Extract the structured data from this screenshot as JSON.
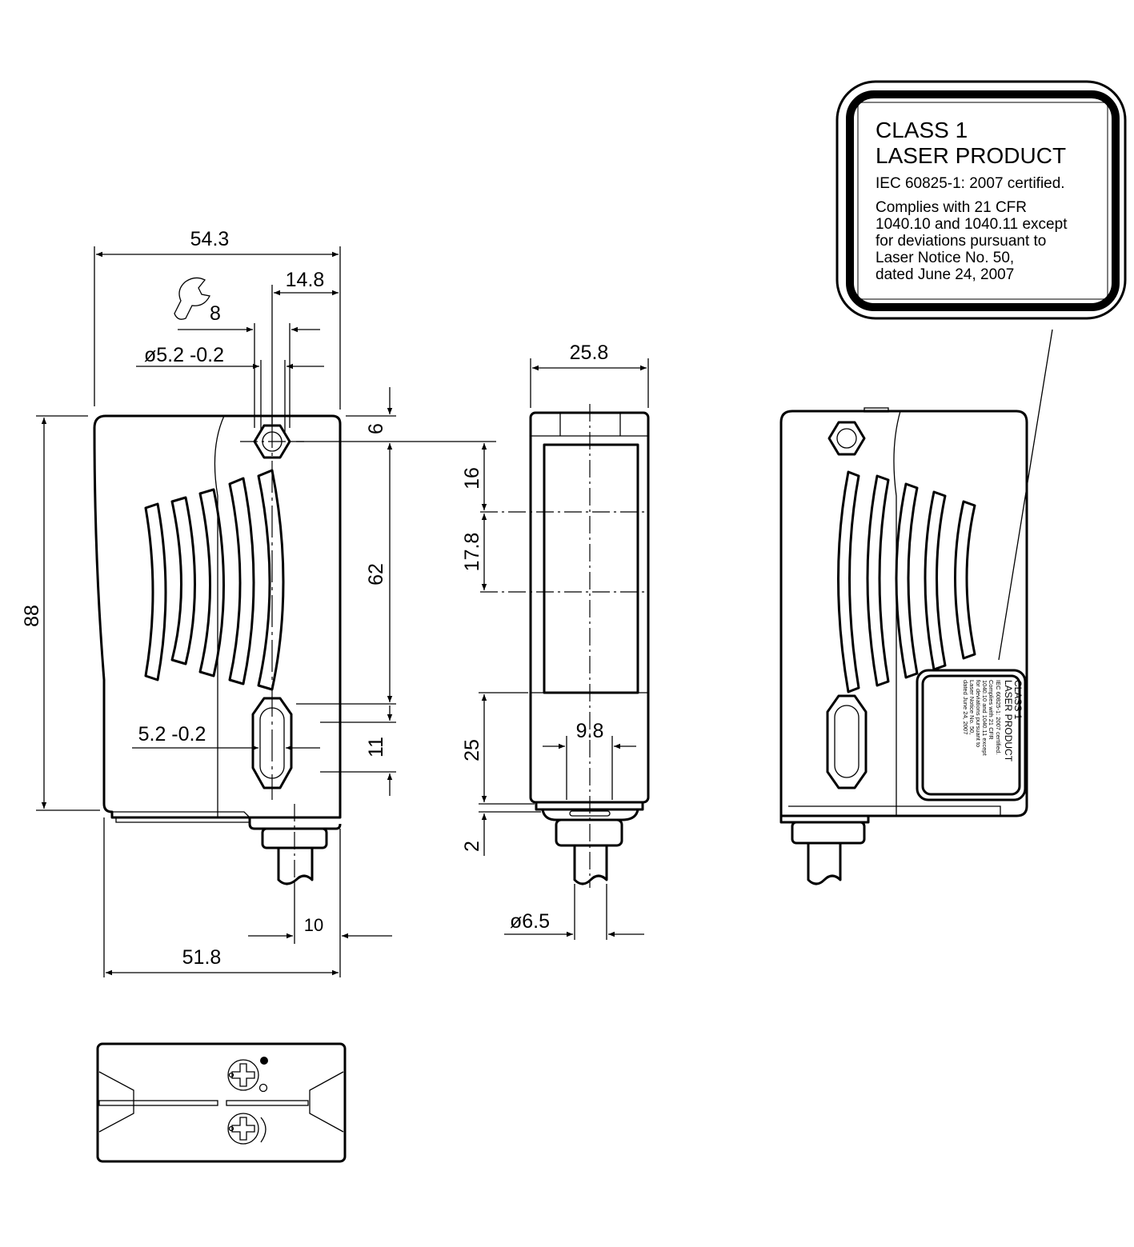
{
  "dimensions": {
    "width_total": "54.3",
    "mount_offset": "14.8",
    "wrench_size": "8",
    "hole_diameter": "ø5.2 -0.2",
    "height_total": "88",
    "top_offset": "6",
    "hole_spacing": "62",
    "slot_length": "11",
    "slot_width": "5.2 -0.2",
    "connector_offset": "10",
    "width_bottom": "51.8",
    "depth": "25.8",
    "optic_top": "16",
    "optic_spacing": "17.8",
    "lower_height": "25",
    "base_step": "2",
    "optic_width": "9.8",
    "cable_diameter": "ø6.5"
  },
  "laser_label": {
    "line1": "CLASS 1",
    "line2": "LASER PRODUCT",
    "line3": "IEC 60825-1: 2007 certified.",
    "line4": "Complies with 21 CFR",
    "line5": "1040.10 and 1040.11 except",
    "line6": "for deviations pursuant to",
    "line7": "Laser Notice No. 50,",
    "line8": "dated June 24, 2007"
  },
  "icons": [
    "wrench-icon",
    "potentiometer-icon",
    "led-on-icon",
    "led-off-icon",
    "sensitivity-icon"
  ]
}
